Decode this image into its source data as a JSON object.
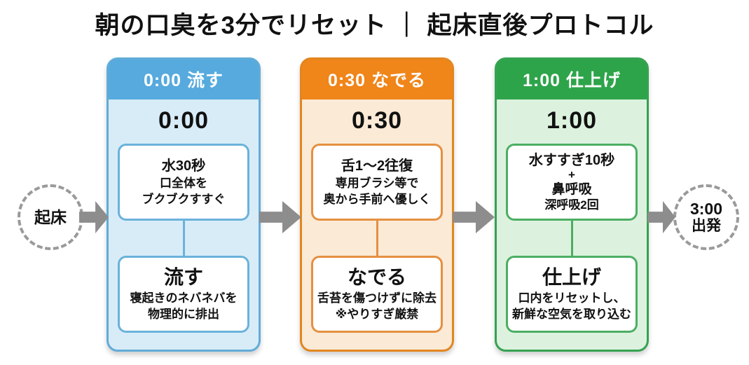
{
  "title": "朝の口臭を3分でリセット ｜ 起床直後プロトコル",
  "start_node": {
    "label": "起床"
  },
  "end_node": {
    "time": "3:00",
    "label": "出発"
  },
  "arrow_color": "#8d8d8d",
  "node_border_color": "#9a9a9a",
  "columns": [
    {
      "header": "0:00 流す",
      "time": "0:00",
      "action": {
        "lines": [
          "水30秒",
          "口全体を",
          "ブクブクすすぐ"
        ]
      },
      "summary": {
        "title": "流す",
        "lines": [
          "寝起きのネバネバを",
          "物理的に排出"
        ]
      },
      "colors": {
        "header": "#56aade",
        "body": "#d8ecf8",
        "border": "#61acd8",
        "cardBorder": "#6ab2db"
      }
    },
    {
      "header": "0:30 なでる",
      "time": "0:30",
      "action": {
        "lines": [
          "舌1〜2往復",
          "専用ブラシ等で",
          "奥から手前へ優しく"
        ]
      },
      "summary": {
        "title": "なでる",
        "lines": [
          "舌苔を傷つけずに除去",
          "※やりすぎ厳禁"
        ]
      },
      "colors": {
        "header": "#f08519",
        "body": "#faead6",
        "border": "#e2861f",
        "cardBorder": "#e59041"
      }
    },
    {
      "header": "1:00 仕上げ",
      "time": "1:00",
      "action": {
        "lines": [
          "水すすぎ10秒",
          "+",
          "鼻呼吸",
          "深呼吸2回"
        ]
      },
      "summary": {
        "title": "仕上げ",
        "lines": [
          "口内をリセットし、",
          "新鮮な空気を取り込む"
        ]
      },
      "colors": {
        "header": "#2ea44a",
        "body": "#dcf2de",
        "border": "#36a251",
        "cardBorder": "#4cae63"
      }
    }
  ]
}
